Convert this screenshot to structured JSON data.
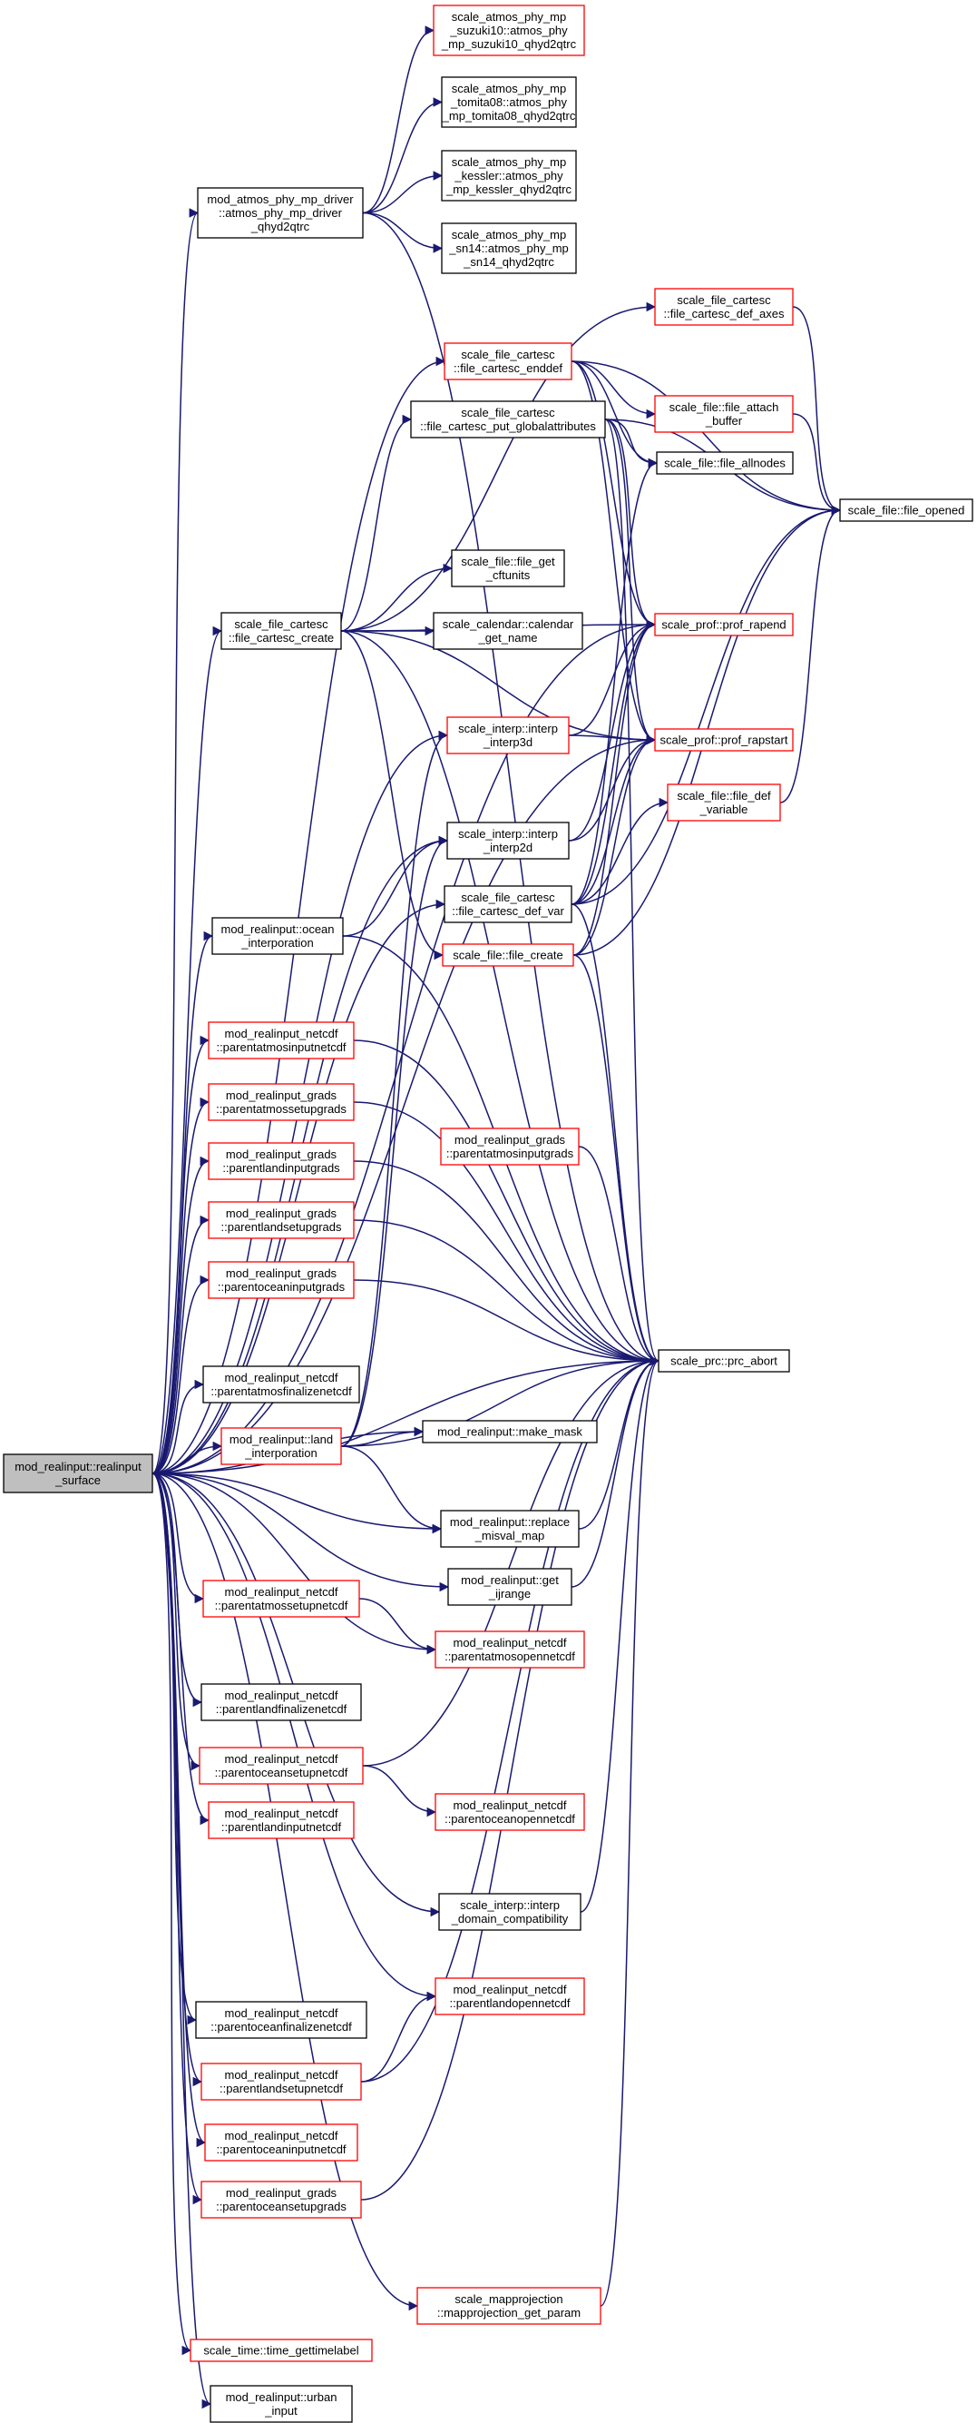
{
  "graph": {
    "root": "root",
    "colors": {
      "edge": "#191970",
      "root_fill": "#bfbfbf",
      "box_black": "#000000",
      "box_red": "#ff0000"
    },
    "nodes": [
      {
        "id": "root",
        "lines": [
          "mod_realinput::realinput",
          "_surface"
        ],
        "border": "black",
        "root": true
      },
      {
        "id": "mpdrv",
        "lines": [
          "mod_atmos_phy_mp_driver",
          "::atmos_phy_mp_driver",
          "_qhyd2qtrc"
        ],
        "border": "black"
      },
      {
        "id": "suzuki",
        "lines": [
          "scale_atmos_phy_mp",
          "_suzuki10::atmos_phy",
          "_mp_suzuki10_qhyd2qtrc"
        ],
        "border": "red"
      },
      {
        "id": "tomita",
        "lines": [
          "scale_atmos_phy_mp",
          "_tomita08::atmos_phy",
          "_mp_tomita08_qhyd2qtrc"
        ],
        "border": "black"
      },
      {
        "id": "kessler",
        "lines": [
          "scale_atmos_phy_mp",
          "_kessler::atmos_phy",
          "_mp_kessler_qhyd2qtrc"
        ],
        "border": "black"
      },
      {
        "id": "sn14",
        "lines": [
          "scale_atmos_phy_mp",
          "_sn14::atmos_phy_mp",
          "_sn14_qhyd2qtrc"
        ],
        "border": "black"
      },
      {
        "id": "defaxes",
        "lines": [
          "scale_file_cartesc",
          "::file_cartesc_def_axes"
        ],
        "border": "red"
      },
      {
        "id": "enddef",
        "lines": [
          "scale_file_cartesc",
          "::file_cartesc_enddef"
        ],
        "border": "red"
      },
      {
        "id": "attachbuf",
        "lines": [
          "scale_file::file_attach",
          "_buffer"
        ],
        "border": "red"
      },
      {
        "id": "putglobal",
        "lines": [
          "scale_file_cartesc",
          "::file_cartesc_put_globalattributes"
        ],
        "border": "black"
      },
      {
        "id": "allnodes",
        "lines": [
          "scale_file::file_allnodes"
        ],
        "border": "black"
      },
      {
        "id": "fileopened",
        "lines": [
          "scale_file::file_opened"
        ],
        "border": "black"
      },
      {
        "id": "cftunits",
        "lines": [
          "scale_file::file_get",
          "_cftunits"
        ],
        "border": "black"
      },
      {
        "id": "fcreate",
        "lines": [
          "scale_file_cartesc",
          "::file_cartesc_create"
        ],
        "border": "black"
      },
      {
        "id": "calname",
        "lines": [
          "scale_calendar::calendar",
          "_get_name"
        ],
        "border": "black"
      },
      {
        "id": "rapend",
        "lines": [
          "scale_prof::prof_rapend"
        ],
        "border": "red"
      },
      {
        "id": "interp3d",
        "lines": [
          "scale_interp::interp",
          "_interp3d"
        ],
        "border": "red"
      },
      {
        "id": "rapstart",
        "lines": [
          "scale_prof::prof_rapstart"
        ],
        "border": "red"
      },
      {
        "id": "defvar",
        "lines": [
          "scale_file::file_def",
          "_variable"
        ],
        "border": "red"
      },
      {
        "id": "interp2d",
        "lines": [
          "scale_interp::interp",
          "_interp2d"
        ],
        "border": "black"
      },
      {
        "id": "oceaninterp",
        "lines": [
          "mod_realinput::ocean",
          "_interporation"
        ],
        "border": "black"
      },
      {
        "id": "fdefvar",
        "lines": [
          "scale_file_cartesc",
          "::file_cartesc_def_var"
        ],
        "border": "black"
      },
      {
        "id": "filecreate",
        "lines": [
          "scale_file::file_create"
        ],
        "border": "red"
      },
      {
        "id": "patmosinnc",
        "lines": [
          "mod_realinput_netcdf",
          "::parentatmosinputnetcdf"
        ],
        "border": "red"
      },
      {
        "id": "patmossetgr",
        "lines": [
          "mod_realinput_grads",
          "::parentatmossetupgrads"
        ],
        "border": "red"
      },
      {
        "id": "patmosingr",
        "lines": [
          "mod_realinput_grads",
          "::parentatmosinputgrads"
        ],
        "border": "red"
      },
      {
        "id": "plandingr",
        "lines": [
          "mod_realinput_grads",
          "::parentlandinputgrads"
        ],
        "border": "red"
      },
      {
        "id": "plandsetgr",
        "lines": [
          "mod_realinput_grads",
          "::parentlandsetupgrads"
        ],
        "border": "red"
      },
      {
        "id": "poceaningr",
        "lines": [
          "mod_realinput_grads",
          "::parentoceaninputgrads"
        ],
        "border": "red"
      },
      {
        "id": "prcabort",
        "lines": [
          "scale_prc::prc_abort"
        ],
        "border": "black"
      },
      {
        "id": "patmosfinnc",
        "lines": [
          "mod_realinput_netcdf",
          "::parentatmosfinalizenetcdf"
        ],
        "border": "black"
      },
      {
        "id": "makemask",
        "lines": [
          "mod_realinput::make_mask"
        ],
        "border": "black"
      },
      {
        "id": "landinterp",
        "lines": [
          "mod_realinput::land",
          "_interporation"
        ],
        "border": "red"
      },
      {
        "id": "replmisval",
        "lines": [
          "mod_realinput::replace",
          "_misval_map"
        ],
        "border": "black"
      },
      {
        "id": "getijrange",
        "lines": [
          "mod_realinput::get",
          "_ijrange"
        ],
        "border": "black"
      },
      {
        "id": "patmossetnc",
        "lines": [
          "mod_realinput_netcdf",
          "::parentatmossetupnetcdf"
        ],
        "border": "red"
      },
      {
        "id": "patmosopnc",
        "lines": [
          "mod_realinput_netcdf",
          "::parentatmosopennetcdf"
        ],
        "border": "red"
      },
      {
        "id": "plandfinnc",
        "lines": [
          "mod_realinput_netcdf",
          "::parentlandfinalizenetcdf"
        ],
        "border": "black"
      },
      {
        "id": "poceansetnc",
        "lines": [
          "mod_realinput_netcdf",
          "::parentoceansetupnetcdf"
        ],
        "border": "red"
      },
      {
        "id": "poceanopnc",
        "lines": [
          "mod_realinput_netcdf",
          "::parentoceanopennetcdf"
        ],
        "border": "red"
      },
      {
        "id": "plandinnc",
        "lines": [
          "mod_realinput_netcdf",
          "::parentlandinputnetcdf"
        ],
        "border": "red"
      },
      {
        "id": "domcompat",
        "lines": [
          "scale_interp::interp",
          "_domain_compatibility"
        ],
        "border": "black"
      },
      {
        "id": "plandopnc",
        "lines": [
          "mod_realinput_netcdf",
          "::parentlandopennetcdf"
        ],
        "border": "red"
      },
      {
        "id": "poceanfinnc",
        "lines": [
          "mod_realinput_netcdf",
          "::parentoceanfinalizenetcdf"
        ],
        "border": "black"
      },
      {
        "id": "plandsetnc",
        "lines": [
          "mod_realinput_netcdf",
          "::parentlandsetupnetcdf"
        ],
        "border": "red"
      },
      {
        "id": "poceaninnc",
        "lines": [
          "mod_realinput_netcdf",
          "::parentoceaninputnetcdf"
        ],
        "border": "red"
      },
      {
        "id": "poceansetgr",
        "lines": [
          "mod_realinput_grads",
          "::parentoceansetupgrads"
        ],
        "border": "red"
      },
      {
        "id": "mapparam",
        "lines": [
          "scale_mapprojection",
          "::mapprojection_get_param"
        ],
        "border": "red"
      },
      {
        "id": "timelabel",
        "lines": [
          "scale_time::time_gettimelabel"
        ],
        "border": "red"
      },
      {
        "id": "urbaninput",
        "lines": [
          "mod_realinput::urban",
          "_input"
        ],
        "border": "black"
      }
    ],
    "edges": [
      [
        "root",
        "mpdrv"
      ],
      [
        "root",
        "enddef"
      ],
      [
        "root",
        "fcreate"
      ],
      [
        "root",
        "rapend"
      ],
      [
        "root",
        "interp3d"
      ],
      [
        "root",
        "rapstart"
      ],
      [
        "root",
        "interp2d"
      ],
      [
        "root",
        "oceaninterp"
      ],
      [
        "root",
        "fdefvar"
      ],
      [
        "root",
        "patmosinnc"
      ],
      [
        "root",
        "patmossetgr"
      ],
      [
        "root",
        "plandingr"
      ],
      [
        "root",
        "plandsetgr"
      ],
      [
        "root",
        "poceaningr"
      ],
      [
        "root",
        "prcabort"
      ],
      [
        "root",
        "patmosfinnc"
      ],
      [
        "root",
        "makemask"
      ],
      [
        "root",
        "landinterp"
      ],
      [
        "root",
        "replmisval"
      ],
      [
        "root",
        "getijrange"
      ],
      [
        "root",
        "patmossetnc"
      ],
      [
        "root",
        "patmosopnc"
      ],
      [
        "root",
        "plandfinnc"
      ],
      [
        "root",
        "poceansetnc"
      ],
      [
        "root",
        "plandinnc"
      ],
      [
        "root",
        "domcompat"
      ],
      [
        "root",
        "plandopnc"
      ],
      [
        "root",
        "poceanfinnc"
      ],
      [
        "root",
        "plandsetnc"
      ],
      [
        "root",
        "poceaninnc"
      ],
      [
        "root",
        "poceansetgr"
      ],
      [
        "root",
        "mapparam"
      ],
      [
        "root",
        "timelabel"
      ],
      [
        "root",
        "urbaninput"
      ],
      [
        "mpdrv",
        "suzuki"
      ],
      [
        "mpdrv",
        "tomita"
      ],
      [
        "mpdrv",
        "kessler"
      ],
      [
        "mpdrv",
        "sn14"
      ],
      [
        "mpdrv",
        "prcabort"
      ],
      [
        "defaxes",
        "fileopened"
      ],
      [
        "enddef",
        "attachbuf"
      ],
      [
        "enddef",
        "allnodes"
      ],
      [
        "enddef",
        "fileopened"
      ],
      [
        "enddef",
        "rapend"
      ],
      [
        "enddef",
        "rapstart"
      ],
      [
        "attachbuf",
        "fileopened"
      ],
      [
        "putglobal",
        "allnodes"
      ],
      [
        "putglobal",
        "fileopened"
      ],
      [
        "putglobal",
        "rapend"
      ],
      [
        "putglobal",
        "rapstart"
      ],
      [
        "putglobal",
        "prcabort"
      ],
      [
        "fcreate",
        "defaxes"
      ],
      [
        "fcreate",
        "putglobal"
      ],
      [
        "fcreate",
        "cftunits"
      ],
      [
        "fcreate",
        "calname"
      ],
      [
        "fcreate",
        "rapend"
      ],
      [
        "fcreate",
        "rapstart"
      ],
      [
        "fcreate",
        "filecreate"
      ],
      [
        "fcreate",
        "prcabort"
      ],
      [
        "interp3d",
        "rapend"
      ],
      [
        "interp3d",
        "rapstart"
      ],
      [
        "defvar",
        "fileopened"
      ],
      [
        "interp2d",
        "rapend"
      ],
      [
        "interp2d",
        "rapstart"
      ],
      [
        "oceaninterp",
        "interp2d"
      ],
      [
        "oceaninterp",
        "prcabort"
      ],
      [
        "fdefvar",
        "defvar"
      ],
      [
        "fdefvar",
        "fileopened"
      ],
      [
        "fdefvar",
        "rapend"
      ],
      [
        "fdefvar",
        "rapstart"
      ],
      [
        "fdefvar",
        "allnodes"
      ],
      [
        "fdefvar",
        "prcabort"
      ],
      [
        "filecreate",
        "fileopened"
      ],
      [
        "filecreate",
        "rapend"
      ],
      [
        "filecreate",
        "rapstart"
      ],
      [
        "filecreate",
        "prcabort"
      ],
      [
        "patmosinnc",
        "prcabort"
      ],
      [
        "patmossetgr",
        "prcabort"
      ],
      [
        "patmosingr",
        "prcabort"
      ],
      [
        "plandingr",
        "prcabort"
      ],
      [
        "plandsetgr",
        "prcabort"
      ],
      [
        "poceaningr",
        "prcabort"
      ],
      [
        "landinterp",
        "interp3d"
      ],
      [
        "landinterp",
        "interp2d"
      ],
      [
        "landinterp",
        "makemask"
      ],
      [
        "landinterp",
        "replmisval"
      ],
      [
        "landinterp",
        "prcabort"
      ],
      [
        "replmisval",
        "prcabort"
      ],
      [
        "getijrange",
        "prcabort"
      ],
      [
        "patmossetnc",
        "patmosopnc"
      ],
      [
        "poceansetnc",
        "poceanopnc"
      ],
      [
        "poceansetnc",
        "prcabort"
      ],
      [
        "domcompat",
        "prcabort"
      ],
      [
        "plandsetnc",
        "plandopnc"
      ],
      [
        "plandsetnc",
        "prcabort"
      ],
      [
        "poceansetgr",
        "prcabort"
      ],
      [
        "mapparam",
        "prcabort"
      ]
    ]
  }
}
